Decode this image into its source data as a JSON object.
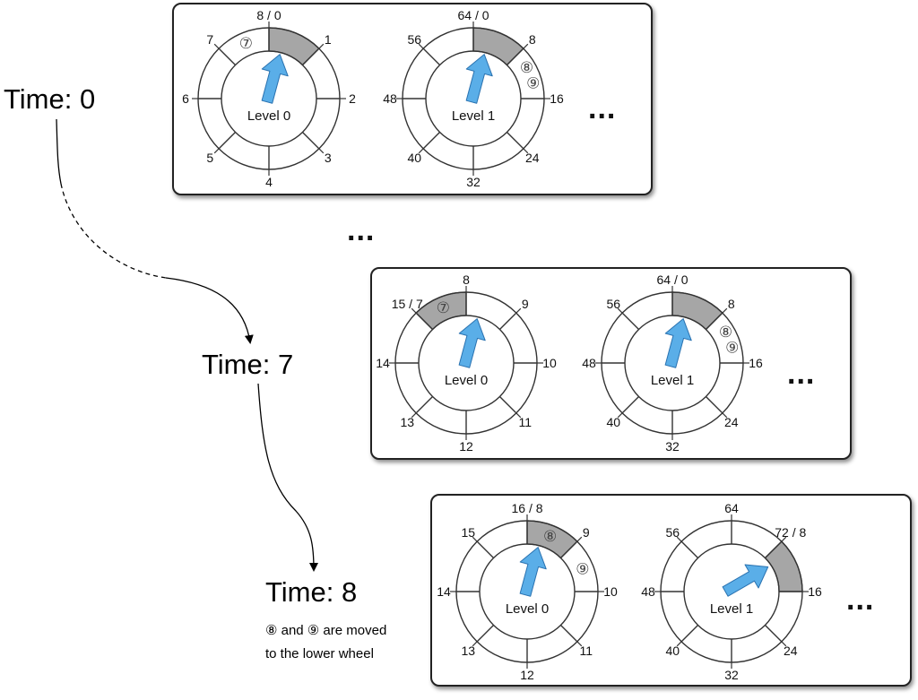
{
  "time_labels": [
    "Time: 0",
    "Time: 7",
    "Time: 8"
  ],
  "note": {
    "line1": "⑧ and ⑨ are moved",
    "line2": "to the lower wheel"
  },
  "ellipsis": "...",
  "colors": {
    "pointer": "#5aaee8",
    "pointer_stroke": "#2a72b0",
    "highlight": "#a6a6a6"
  },
  "panels": [
    {
      "id": "t0",
      "wheels": [
        {
          "level": "Level 0",
          "highlight": 0,
          "labels": [
            "8 / 0",
            "1",
            "2",
            "3",
            "4",
            "5",
            "6",
            "7"
          ],
          "pointer": "up",
          "tasks": [
            {
              "slot": 7,
              "label": "⑦"
            }
          ]
        },
        {
          "level": "Level 1",
          "highlight": 0,
          "labels": [
            "64 / 0",
            "8",
            "16",
            "24",
            "32",
            "40",
            "48",
            "56"
          ],
          "pointer": "up",
          "tasks": [
            {
              "slot": 1,
              "label": "⑧"
            },
            {
              "slot": 1,
              "label": "⑨"
            }
          ]
        }
      ]
    },
    {
      "id": "t7",
      "wheels": [
        {
          "level": "Level 0",
          "highlight": 7,
          "labels": [
            "8",
            "9",
            "10",
            "11",
            "12",
            "13",
            "14",
            "15 / 7"
          ],
          "pointer": "up",
          "tasks": [
            {
              "slot": 7,
              "label": "⑦"
            }
          ]
        },
        {
          "level": "Level 1",
          "highlight": 0,
          "labels": [
            "64 / 0",
            "8",
            "16",
            "24",
            "32",
            "40",
            "48",
            "56"
          ],
          "pointer": "up",
          "tasks": [
            {
              "slot": 1,
              "label": "⑧"
            },
            {
              "slot": 1,
              "label": "⑨"
            }
          ]
        }
      ]
    },
    {
      "id": "t8",
      "wheels": [
        {
          "level": "Level 0",
          "highlight": 0,
          "labels": [
            "16 / 8",
            "9",
            "10",
            "11",
            "12",
            "13",
            "14",
            "15"
          ],
          "pointer": "up",
          "tasks": [
            {
              "slot": 0,
              "label": "⑧"
            },
            {
              "slot": 1,
              "label": "⑨"
            }
          ]
        },
        {
          "level": "Level 1",
          "highlight": 1,
          "labels": [
            "64",
            "72 / 8",
            "16",
            "24",
            "32",
            "40",
            "48",
            "56"
          ],
          "pointer": "up-right",
          "tasks": []
        }
      ]
    }
  ]
}
